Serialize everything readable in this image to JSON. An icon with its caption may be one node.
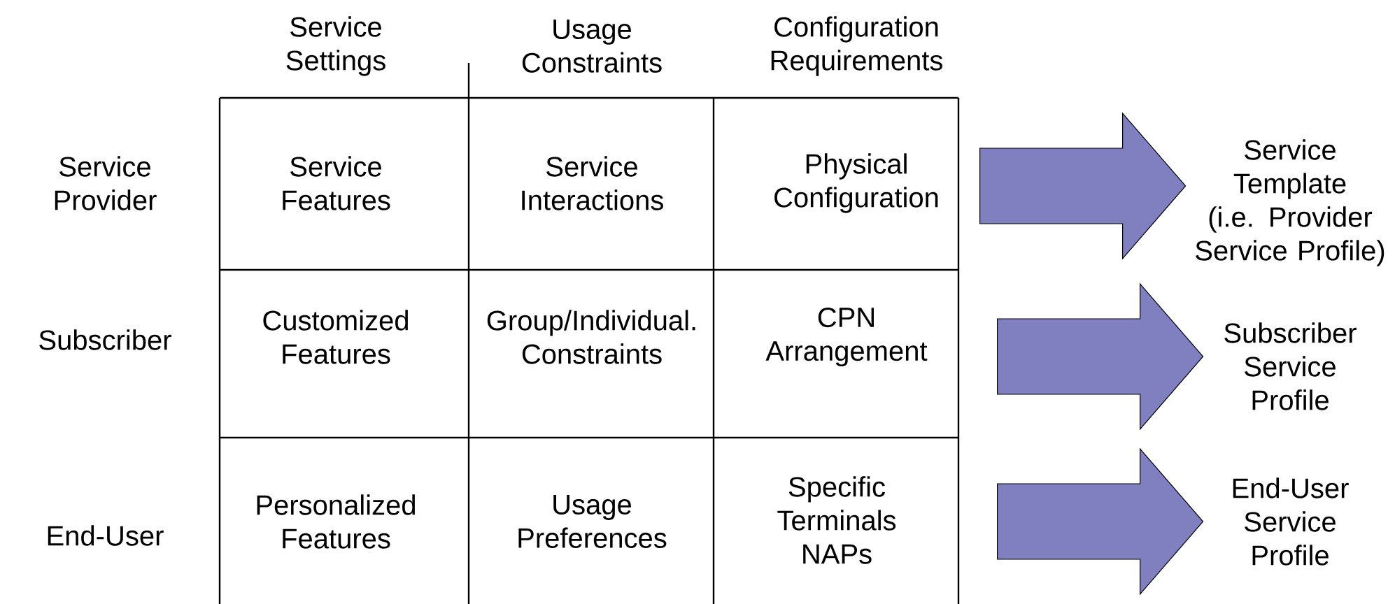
{
  "diagram": {
    "nodes": [
      {
        "text": [
          "Service Template (i.e. Provider Service Profile)"
        ]
      },
      {
        "text": [
          "Subscriber Service Profile"
        ]
      },
      {
        "text": [
          "End-User Service Profile"
        ]
      }
    ],
    "edges": [
      {
        "from": null,
        "to": 0,
        "arrow": "to"
      },
      {
        "from": null,
        "to": 1,
        "arrow": "to"
      },
      {
        "from": null,
        "to": 2,
        "arrow": "to"
      }
    ],
    "labels": [
      "Service Settings",
      "Usage Constraints",
      "Configuration Requirements",
      "Service Provider",
      "Service Features",
      "Service Interactions",
      "Physical Configuration",
      "Subscriber",
      "Customized Features",
      "Group/Individual. Constraints",
      "CPN Arrangement",
      "End-User",
      "Personalized Features",
      "Usage Preferences",
      "Specific Terminals NAPs"
    ]
  }
}
